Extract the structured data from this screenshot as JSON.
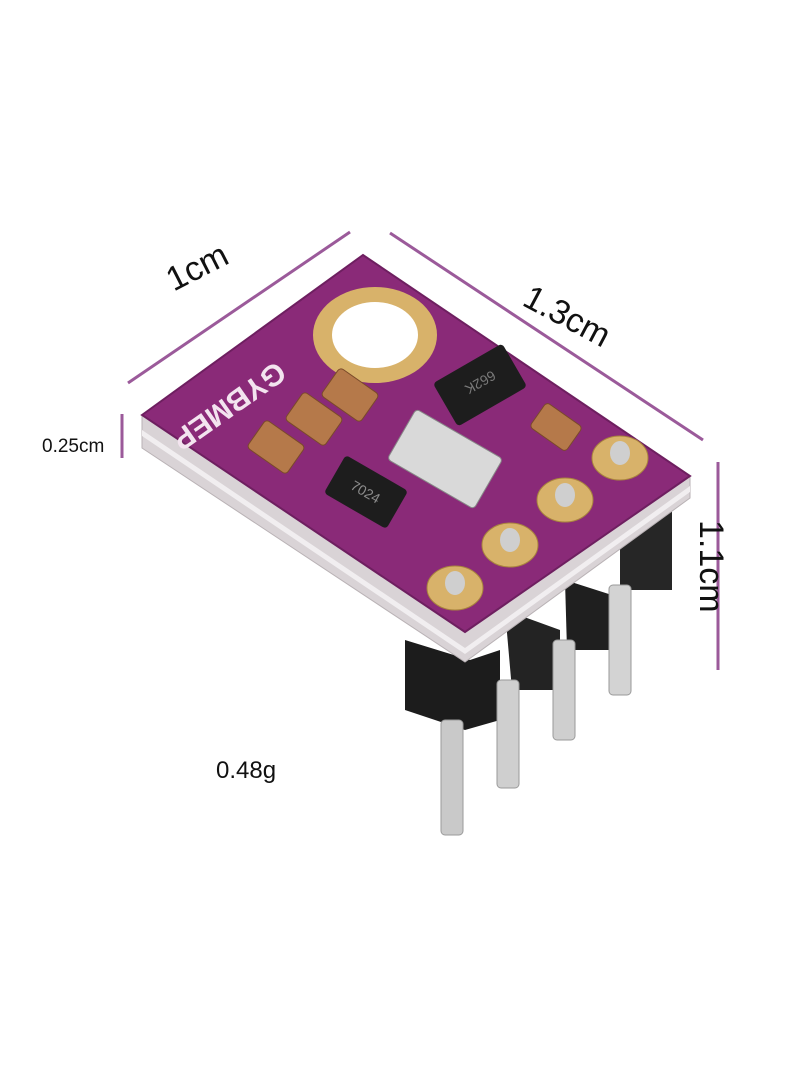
{
  "dimensions": {
    "width_label": "1cm",
    "length_label": "1.3cm",
    "height_label": "1.1cm",
    "thickness_label": "0.25cm",
    "weight_label": "0.48g"
  },
  "board": {
    "silkscreen": "GYBMEP",
    "chip_marking_left": "7024",
    "chip_marking_right": "662K",
    "color": "#8a2a78",
    "pin_count": 4
  },
  "colors": {
    "dimension_line": "#9b5a9a",
    "pcb": "#8a2a78",
    "gold": "#d8b26a"
  }
}
